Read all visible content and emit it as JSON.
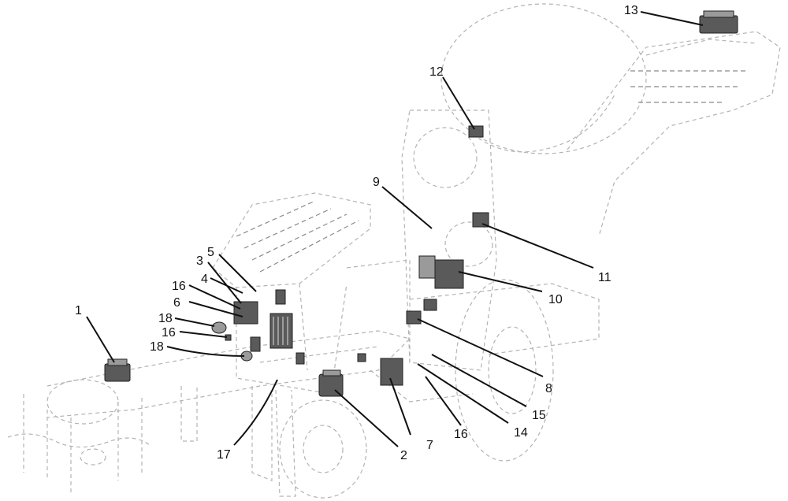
{
  "callouts": [
    {
      "id": "c1",
      "label": "1"
    },
    {
      "id": "c2",
      "label": "2"
    },
    {
      "id": "c3",
      "label": "3"
    },
    {
      "id": "c4",
      "label": "4"
    },
    {
      "id": "c5",
      "label": "5"
    },
    {
      "id": "c6",
      "label": "6"
    },
    {
      "id": "c7",
      "label": "7"
    },
    {
      "id": "c8",
      "label": "8"
    },
    {
      "id": "c9",
      "label": "9"
    },
    {
      "id": "c10",
      "label": "10"
    },
    {
      "id": "c11",
      "label": "11"
    },
    {
      "id": "c12",
      "label": "12"
    },
    {
      "id": "c13",
      "label": "13"
    },
    {
      "id": "c14",
      "label": "14"
    },
    {
      "id": "c15",
      "label": "15"
    },
    {
      "id": "c16a",
      "label": "16"
    },
    {
      "id": "c16b",
      "label": "16"
    },
    {
      "id": "c16c",
      "label": "16"
    },
    {
      "id": "c17",
      "label": "17"
    },
    {
      "id": "c18a",
      "label": "18"
    },
    {
      "id": "c18b",
      "label": "18"
    }
  ]
}
